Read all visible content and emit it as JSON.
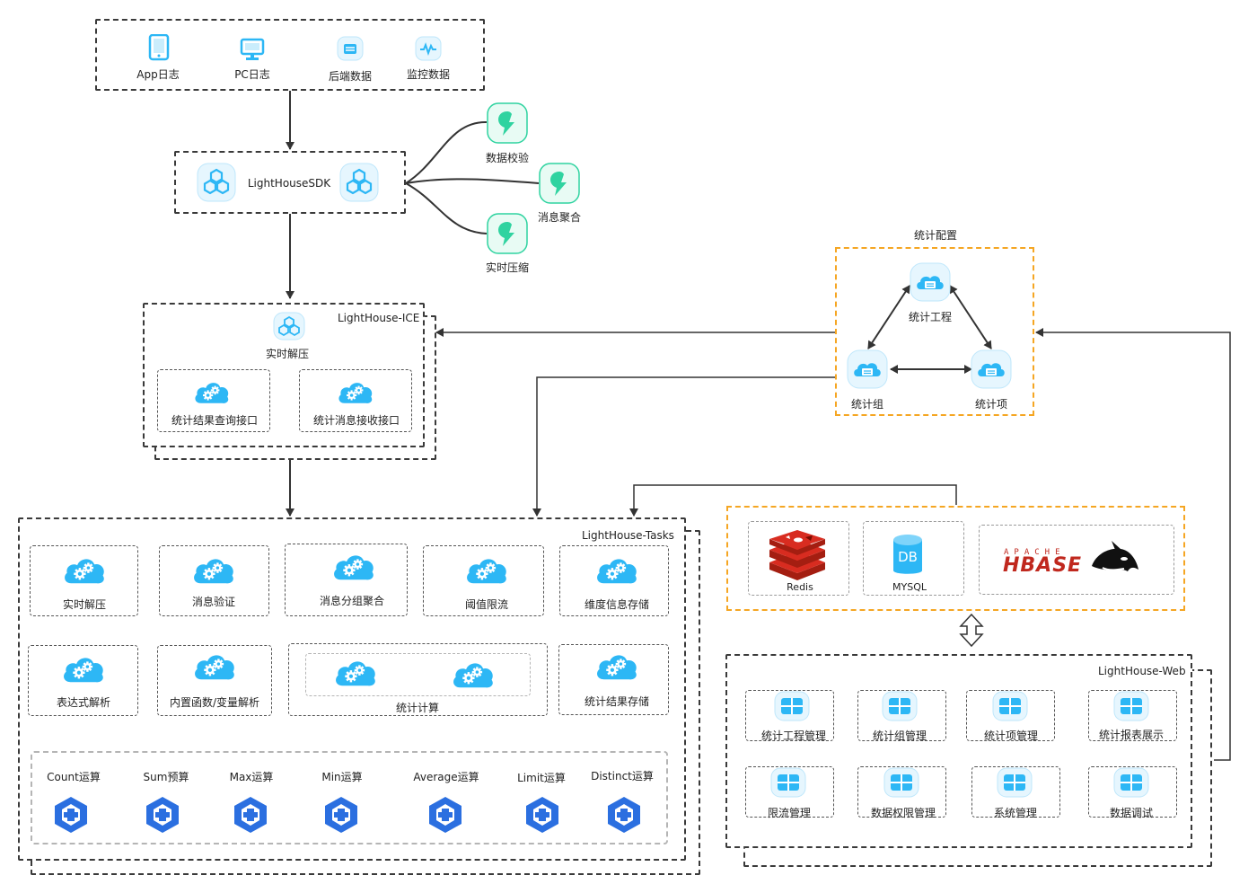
{
  "sources": [
    "App日志",
    "PC日志",
    "后端数据",
    "监控数据"
  ],
  "sdk": {
    "label": "LightHouseSDK",
    "features": [
      "数据校验",
      "消息聚合",
      "实时压缩"
    ]
  },
  "ice": {
    "title": "LightHouse-ICE",
    "decompress": "实时解压",
    "interfaces": [
      "统计结果查询接口",
      "统计消息接收接口"
    ]
  },
  "config": {
    "title": "统计配置",
    "nodes": [
      "统计工程",
      "统计组",
      "统计项"
    ]
  },
  "tasks": {
    "title": "LightHouse-Tasks",
    "row1": [
      "实时解压",
      "消息验证",
      "消息分组聚合",
      "阈值限流",
      "维度信息存储"
    ],
    "row2": [
      "表达式解析",
      "内置函数/变量解析",
      "统计计算",
      "统计结果存储"
    ],
    "operators": [
      "Count运算",
      "Sum预算",
      "Max运算",
      "Min运算",
      "Average运算",
      "Limit运算",
      "Distinct运算"
    ]
  },
  "storage": {
    "redis": "Redis",
    "db_icon": "DB",
    "mysql": "MYSQL",
    "hbase_top": "APACHE",
    "hbase": "HBASE"
  },
  "web": {
    "title": "LightHouse-Web",
    "items": [
      "统计工程管理",
      "统计组管理",
      "统计项管理",
      "统计报表展示",
      "限流管理",
      "数据权限管理",
      "系统管理",
      "数据调试"
    ]
  },
  "colors": {
    "icon_blue": "#2db7f5",
    "icon_green": "#2fd3a0",
    "operator_blue": "#2b6fe0",
    "orange": "#f5a623",
    "redis_red": "#d82c20"
  }
}
